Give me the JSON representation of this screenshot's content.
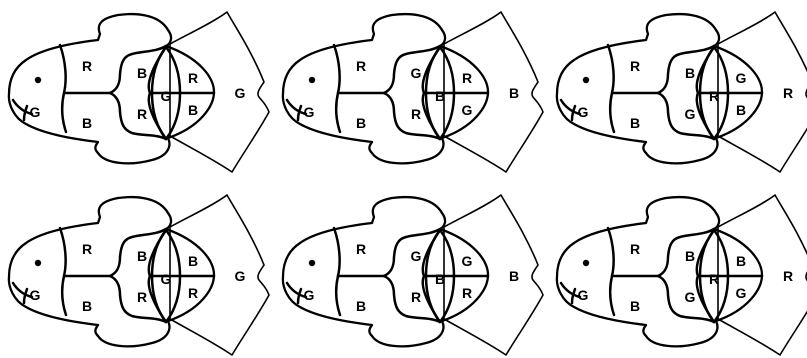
{
  "fish_colorings": [
    {
      "id": 1,
      "labels": {
        "mouth": "G",
        "upper_body": "R",
        "lower_body": "B",
        "center_upper": "B",
        "center_lower": "R",
        "center_right": "G",
        "right_upper": "R",
        "right_lower": "B",
        "tail": "G"
      }
    },
    {
      "id": 2,
      "labels": {
        "mouth": "G",
        "upper_body": "R",
        "lower_body": "B",
        "center_upper": "G",
        "center_lower": "R",
        "center_right": "B",
        "right_upper": "R",
        "right_lower": "G",
        "tail": "B"
      }
    },
    {
      "id": 3,
      "labels": {
        "mouth": "G",
        "upper_body": "R",
        "lower_body": "B",
        "center_upper": "B",
        "center_lower": "G",
        "center_right": "R",
        "right_upper": "G",
        "right_lower": "B",
        "tail": "R"
      }
    },
    {
      "id": 4,
      "labels": {
        "mouth": "G",
        "upper_body": "R",
        "lower_body": "B",
        "center_upper": "B",
        "center_lower": "R",
        "center_right": "G",
        "right_upper": "B",
        "right_lower": "R",
        "tail": "G"
      }
    },
    {
      "id": 5,
      "labels": {
        "mouth": "G",
        "upper_body": "R",
        "lower_body": "B",
        "center_upper": "G",
        "center_lower": "R",
        "center_right": "B",
        "right_upper": "G",
        "right_lower": "R",
        "tail": "B"
      }
    },
    {
      "id": 6,
      "labels": {
        "mouth": "G",
        "upper_body": "R",
        "lower_body": "B",
        "center_upper": "B",
        "center_lower": "G",
        "center_right": "R",
        "right_upper": "B",
        "right_lower": "G",
        "tail": "R"
      }
    }
  ]
}
